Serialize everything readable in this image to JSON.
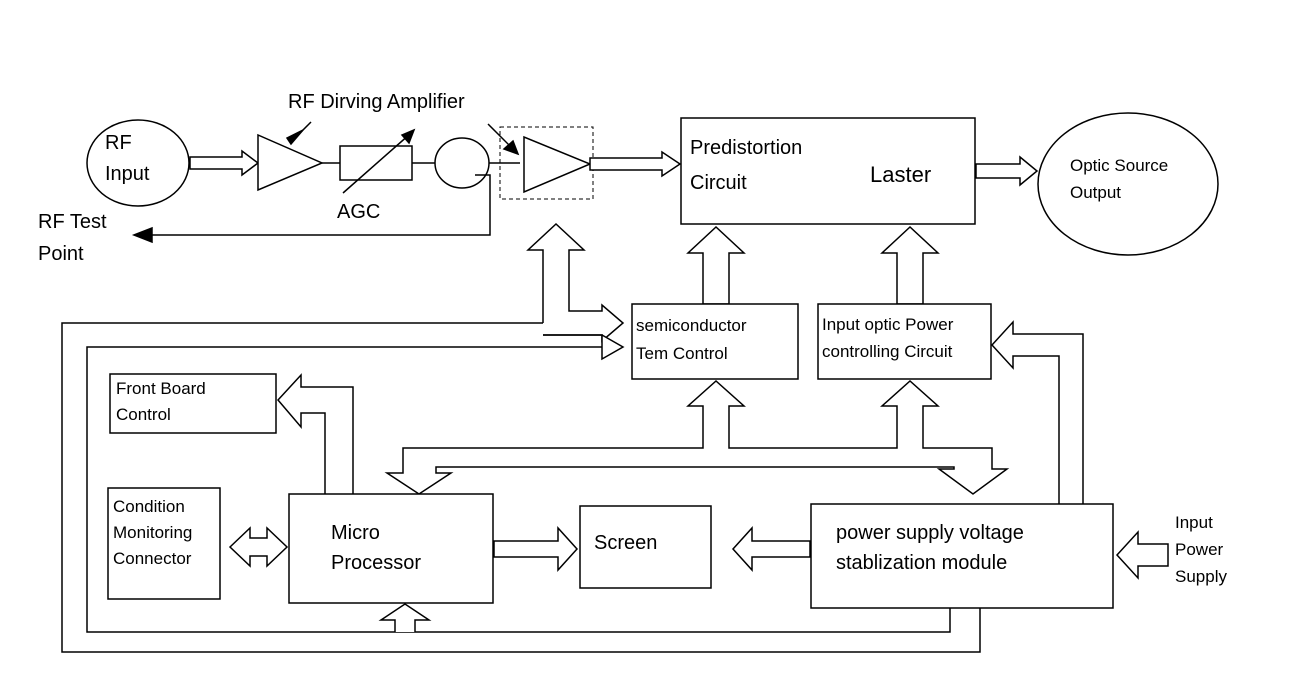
{
  "labels": {
    "rf_input": [
      "RF",
      "Input"
    ],
    "rf_driving_amplifier": "RF Dirving Amplifier",
    "agc": "AGC",
    "rf_test_point": [
      "RF Test",
      "Point"
    ],
    "predistortion": [
      "Predistortion",
      "Circuit"
    ],
    "laster": "Laster",
    "optic_source_output": [
      "Optic Source",
      "Output"
    ],
    "semiconductor_tem_control": [
      "semiconductor",
      "Tem Control"
    ],
    "input_optic_power": [
      "Input optic Power",
      "controlling Circuit"
    ],
    "front_board_control": [
      "Front Board",
      "Control"
    ],
    "condition_monitoring": [
      "Condition",
      "Monitoring",
      "Connector"
    ],
    "micro_processor": [
      "Micro",
      "Processor"
    ],
    "screen": "Screen",
    "power_supply_module": [
      "power supply voltage",
      "stablization module"
    ],
    "input_power_supply": [
      "Input",
      "Power",
      "Supply"
    ]
  }
}
